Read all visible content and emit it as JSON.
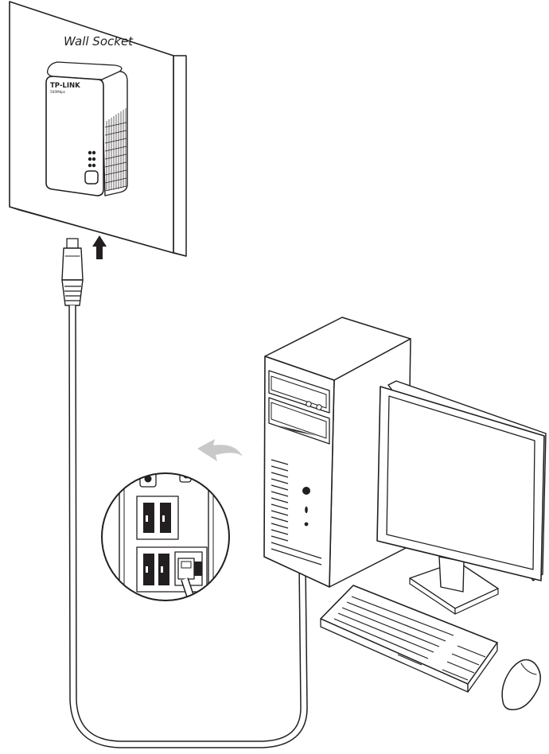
{
  "wall": {
    "label": "Wall Socket"
  },
  "adapter": {
    "brand": "TP-LINK",
    "model": "500Mbps"
  },
  "icons": {
    "wall_socket": "wall-panel-icon",
    "powerline_adapter": "powerline-adapter-icon",
    "insert_arrow": "arrow-up-icon",
    "return_arrow": "curved-arrow-icon",
    "rj45_plug": "rj45-plug-icon",
    "ethernet_cable": "ethernet-cable-icon",
    "pc_tower": "computer-tower-icon",
    "monitor": "monitor-icon",
    "keyboard": "keyboard-icon",
    "mouse": "mouse-icon",
    "ports_zoom": "rear-ports-zoom-icon"
  },
  "colors": {
    "line": "#231f20",
    "fill": "#ffffff",
    "arrow_gray": "#c9c9c9",
    "port_black": "#231f20"
  }
}
